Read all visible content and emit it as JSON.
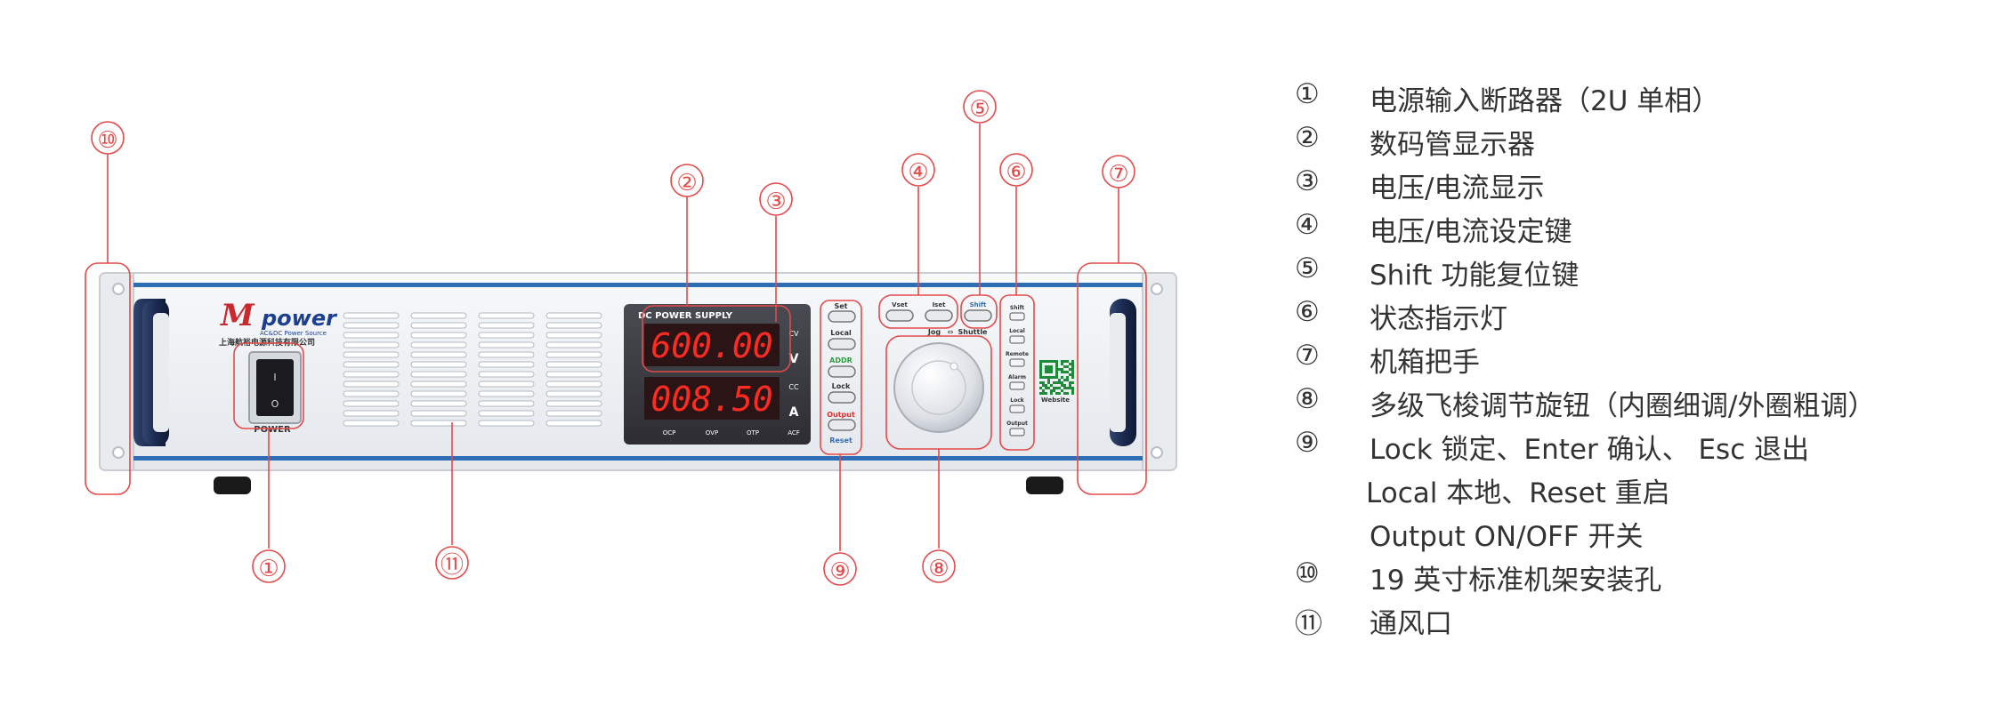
{
  "device": {
    "brand_logo": "power",
    "brand_tagline": "AC&DC Power Source",
    "company_name": "上海航裕电源科技有限公司",
    "power_label": "POWER",
    "switch_on": "I",
    "switch_off": "O",
    "display_title": "DC POWER SUPPLY",
    "voltage_reading": "600.00",
    "current_reading": "008.50",
    "voltage_unit": "V",
    "current_unit": "A",
    "cv_label": "CV",
    "cc_label": "CC",
    "protection_labels": [
      "OCP",
      "OVP",
      "OTP",
      "ACF"
    ],
    "left_buttons": [
      "Set",
      "Local",
      "ADDR",
      "Lock",
      "Output",
      "Reset"
    ],
    "vset_label": "Vset",
    "iset_label": "Iset",
    "shift_label": "Shift",
    "jog_label": "Jog",
    "shuttle_label": "Shuttle",
    "indicators": [
      "Shift",
      "Local",
      "Remote",
      "Alarm",
      "Lock",
      "Output"
    ],
    "website_label": "Website"
  },
  "callouts": [
    "①",
    "②",
    "③",
    "④",
    "⑤",
    "⑥",
    "⑦",
    "⑧",
    "⑨",
    "⑩",
    "⑪"
  ],
  "legend": [
    {
      "num": "①",
      "text": "电源输入断路器（2U 单相）"
    },
    {
      "num": "②",
      "text": "数码管显示器"
    },
    {
      "num": "③",
      "text": "电压/电流显示"
    },
    {
      "num": "④",
      "text": "电压/电流设定键"
    },
    {
      "num": "⑤",
      "text": "Shift 功能复位键"
    },
    {
      "num": "⑥",
      "text": "状态指示灯"
    },
    {
      "num": "⑦",
      "text": "机箱把手"
    },
    {
      "num": "⑧",
      "text": "多级飞梭调节旋钮（内圈细调/外圈粗调）"
    },
    {
      "num": "⑨",
      "text": "Lock 锁定、Enter 确认、 Esc 退出"
    },
    {
      "num": "",
      "text": "Local 本地、Reset 重启"
    },
    {
      "num": "",
      "text": "Output ON/OFF 开关"
    },
    {
      "num": "⑩",
      "text": "19 英寸标准机架安装孔"
    },
    {
      "num": "⑪",
      "text": "通风口"
    }
  ],
  "colors": {
    "callout_red": "#e34b4b",
    "panel_face": "#eef1f4",
    "accent_blue": "#2f6db5",
    "handle_navy": "#1d2c55",
    "display_red": "#ff2a20",
    "display_bg": "#3a3a40"
  }
}
